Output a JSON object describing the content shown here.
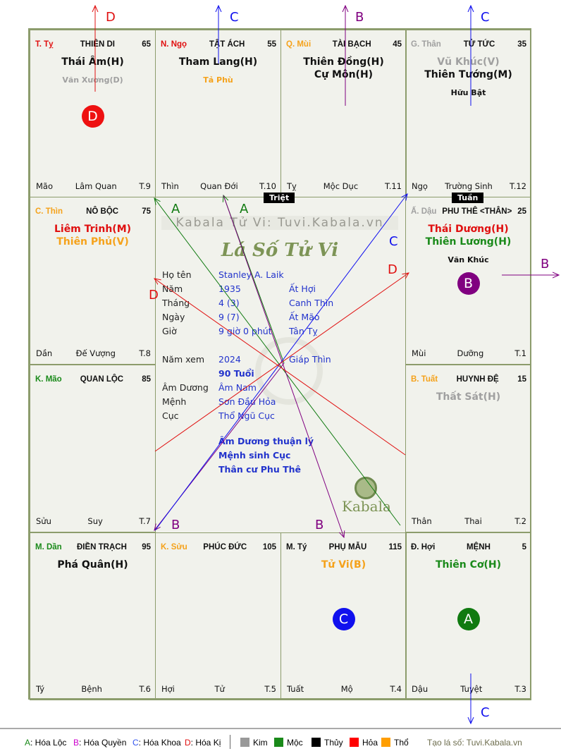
{
  "cells": [
    {
      "pos": [
        0,
        0
      ],
      "can_chi": "T. Tỵ",
      "can_color": "#e01010",
      "palace": "THIÊN DI",
      "num": "65",
      "main": [
        {
          "t": "Thái Âm(H)",
          "c": "#111"
        }
      ],
      "minor": [
        {
          "t": "Văn Xương(D)",
          "c": "#a0a0a0"
        }
      ],
      "badge": {
        "l": "D",
        "c": "#ee1111"
      },
      "branch": "Mão",
      "stage": "Lâm Quan",
      "month": "T.9"
    },
    {
      "pos": [
        0,
        1
      ],
      "can_chi": "N. Ngọ",
      "can_color": "#e01010",
      "palace": "TẬT ÁCH",
      "num": "55",
      "main": [
        {
          "t": "Tham Lang(H)",
          "c": "#111"
        }
      ],
      "minor": [
        {
          "t": "Tả Phù",
          "c": "#f5a21b"
        }
      ],
      "branch": "Thìn",
      "stage": "Quan Đới",
      "month": "T.10"
    },
    {
      "pos": [
        0,
        2
      ],
      "can_chi": "Q. Mùi",
      "can_color": "#f5a21b",
      "palace": "TÀI BẠCH",
      "num": "45",
      "main": [
        {
          "t": "Thiên Đồng(H)",
          "c": "#111"
        },
        {
          "t": "Cự Môn(H)",
          "c": "#111"
        }
      ],
      "minor": [],
      "branch": "Tỵ",
      "stage": "Mộc Dục",
      "month": "T.11"
    },
    {
      "pos": [
        0,
        3
      ],
      "can_chi": "G. Thân",
      "can_color": "#a0a0a0",
      "palace": "TỬ TỨC",
      "num": "35",
      "main": [
        {
          "t": "Vũ Khúc(V)",
          "c": "#a0a0a0"
        },
        {
          "t": "Thiên Tướng(M)",
          "c": "#111"
        }
      ],
      "minor": [
        {
          "t": "Hữu Bật",
          "c": "#111"
        }
      ],
      "branch": "Ngọ",
      "stage": "Trường Sinh",
      "month": "T.12"
    },
    {
      "pos": [
        1,
        0
      ],
      "can_chi": "C. Thìn",
      "can_color": "#f5a21b",
      "palace": "NÔ BỘC",
      "num": "75",
      "main": [
        {
          "t": "Liêm Trinh(M)",
          "c": "#e01010"
        },
        {
          "t": "Thiên Phủ(V)",
          "c": "#f5a21b"
        }
      ],
      "minor": [],
      "branch": "Dần",
      "stage": "Đế Vượng",
      "month": "T.8"
    },
    {
      "pos": [
        1,
        3
      ],
      "can_chi": "Ấ. Dậu",
      "can_color": "#a0a0a0",
      "palace": "PHU THÊ <THÂN>",
      "num": "25",
      "main": [
        {
          "t": "Thái Dương(H)",
          "c": "#e01010"
        },
        {
          "t": "Thiên Lương(H)",
          "c": "#1a8a1a"
        }
      ],
      "minor": [
        {
          "t": "Văn Khúc",
          "c": "#111"
        }
      ],
      "badge": {
        "l": "B",
        "c": "#800080"
      },
      "branch": "Mùi",
      "stage": "Dưỡng",
      "month": "T.1"
    },
    {
      "pos": [
        2,
        0
      ],
      "can_chi": "K. Mão",
      "can_color": "#1a8a1a",
      "palace": "QUAN LỘC",
      "num": "85",
      "main": [],
      "minor": [],
      "branch": "Sửu",
      "stage": "Suy",
      "month": "T.7"
    },
    {
      "pos": [
        2,
        3
      ],
      "can_chi": "B. Tuất",
      "can_color": "#f5a21b",
      "palace": "HUYNH ĐỆ",
      "num": "15",
      "main": [
        {
          "t": "Thất Sát(H)",
          "c": "#a0a0a0"
        }
      ],
      "minor": [],
      "branch": "Thân",
      "stage": "Thai",
      "month": "T.2"
    },
    {
      "pos": [
        3,
        0
      ],
      "can_chi": "M. Dần",
      "can_color": "#1a8a1a",
      "palace": "ĐIỀN TRẠCH",
      "num": "95",
      "main": [
        {
          "t": "Phá Quân(H)",
          "c": "#111"
        }
      ],
      "minor": [],
      "branch": "Tý",
      "stage": "Bệnh",
      "month": "T.6"
    },
    {
      "pos": [
        3,
        1
      ],
      "can_chi": "K. Sửu",
      "can_color": "#f5a21b",
      "palace": "PHÚC ĐỨC",
      "num": "105",
      "main": [],
      "minor": [],
      "branch": "Hợi",
      "stage": "Tử",
      "month": "T.5"
    },
    {
      "pos": [
        3,
        2
      ],
      "can_chi": "M. Tý",
      "can_color": "#111",
      "palace": "PHỤ MẪU",
      "num": "115",
      "main": [
        {
          "t": "Tử Vi(B)",
          "c": "#f5a21b"
        }
      ],
      "minor": [],
      "badge": {
        "l": "C",
        "c": "#1010ee"
      },
      "branch": "Tuất",
      "stage": "Mộ",
      "month": "T.4"
    },
    {
      "pos": [
        3,
        3
      ],
      "can_chi": "Đ. Hợi",
      "can_color": "#111",
      "palace": "MỆNH",
      "num": "5",
      "main": [
        {
          "t": "Thiên Cơ(H)",
          "c": "#1a8a1a"
        }
      ],
      "minor": [],
      "badge": {
        "l": "A",
        "c": "#107a10"
      },
      "branch": "Dậu",
      "stage": "Tuyệt",
      "month": "T.3"
    }
  ],
  "tags": {
    "triet": "Triệt",
    "tuan": "Tuần"
  },
  "center": {
    "watermark": "Kabala Tử Vi: Tuvi.Kabala.vn",
    "logo_title": "Lá Số Tử Vi",
    "brand": "Kabala",
    "rows": [
      {
        "k": "Họ tên",
        "v": "Stanley A. Laik",
        "w": ""
      },
      {
        "k": "Năm",
        "v": "1935",
        "w": "Ất Hợi"
      },
      {
        "k": "Tháng",
        "v": "4  (3)",
        "w": "Canh Thìn"
      },
      {
        "k": "Ngày",
        "v": "9  (7)",
        "w": "Ất Mão"
      },
      {
        "k": "Giờ",
        "v": "9 giờ 0 phút",
        "w": "Tân Tỵ"
      },
      {
        "k": "Năm xem",
        "v": "2024",
        "w": "Giáp Thìn"
      },
      {
        "k": "",
        "v": "90 Tuổi",
        "w": ""
      },
      {
        "k": "Âm Dương",
        "v": "Âm Nam",
        "w": ""
      },
      {
        "k": "Mệnh",
        "v": "Sơn Đầu Hỏa",
        "w": ""
      },
      {
        "k": "Cục",
        "v": "Thổ Ngũ Cục",
        "w": ""
      }
    ],
    "notes": [
      "Âm Dương thuận lý",
      "Mệnh sinh Cục",
      "Thân cư Phu Thê"
    ]
  },
  "arrow_labels": {
    "A": "A",
    "B": "B",
    "C": "C",
    "D": "D"
  },
  "legend": {
    "hoa": [
      {
        "k": "A",
        "t": ": Hóa Lộc",
        "c": "#1a8a1a"
      },
      {
        "k": "B",
        "t": ": Hóa Quyền",
        "c": "#cc00cc"
      },
      {
        "k": "C",
        "t": ": Hóa Khoa",
        "c": "#3355ee"
      },
      {
        "k": "D",
        "t": ": Hóa Kị",
        "c": "#e01010"
      }
    ],
    "elements": [
      {
        "t": "Kim",
        "c": "#999999"
      },
      {
        "t": "Mộc",
        "c": "#1a8a1a"
      },
      {
        "t": "Thủy",
        "c": "#000000"
      },
      {
        "t": "Hỏa",
        "c": "#ff0000"
      },
      {
        "t": "Thổ",
        "c": "#ff9e00"
      }
    ],
    "credit": "Tạo lá số: Tuvi.Kabala.vn"
  }
}
